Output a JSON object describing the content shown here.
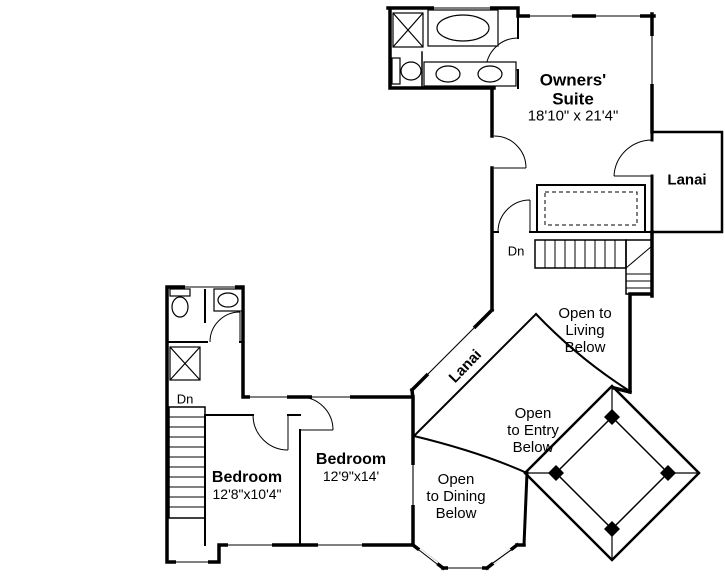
{
  "canvas": {
    "background": "#ffffff",
    "line_color": "#000000"
  },
  "labels": {
    "owners_suite": {
      "name_line1": "Owners'",
      "name_line2": "Suite",
      "dims": "18'10\" x 21'4\""
    },
    "lanai_upper": "Lanai",
    "lanai_diagonal": "Lanai",
    "stair_upper_dn": "Dn",
    "stair_lower_dn": "Dn",
    "open_living": {
      "line1": "Open to",
      "line2": "Living",
      "line3": "Below"
    },
    "open_entry": {
      "line1": "Open",
      "line2": "to Entry",
      "line3": "Below"
    },
    "open_dining": {
      "line1": "Open",
      "line2": "to Dining",
      "line3": "Below"
    },
    "bedroom_left": {
      "name": "Bedroom",
      "dims": "12'8\"x10'4\""
    },
    "bedroom_right": {
      "name": "Bedroom",
      "dims": "12'9\"x14'"
    }
  }
}
